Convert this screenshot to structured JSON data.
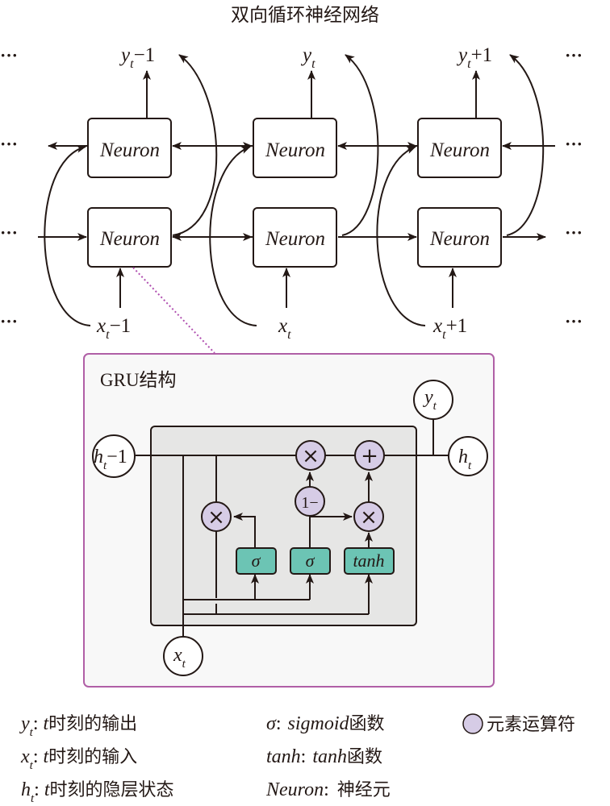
{
  "title": "双向循环神经网络",
  "ellipsis": "···",
  "colors": {
    "stroke": "#231815",
    "gru_border": "#b05fa6",
    "gru_bg": "#f8f8f8",
    "inner_bg": "#e6e6e5",
    "operator_fill": "#d6cce6",
    "gate_fill": "#6cc4b4",
    "leader_line": "#b04fb0"
  },
  "brnn": {
    "neuron_label": "Neuron",
    "outputs": [
      {
        "var": "y",
        "sub": "t",
        "suffix": "−1"
      },
      {
        "var": "y",
        "sub": "t",
        "suffix": ""
      },
      {
        "var": "y",
        "sub": "t",
        "suffix": "+1"
      }
    ],
    "inputs": [
      {
        "var": "x",
        "sub": "t",
        "suffix": "−1"
      },
      {
        "var": "x",
        "sub": "t",
        "suffix": ""
      },
      {
        "var": "x",
        "sub": "t",
        "suffix": "+1"
      }
    ]
  },
  "gru": {
    "title": "GRU结构",
    "h_prev": {
      "var": "h",
      "sub": "t",
      "suffix": "−1"
    },
    "h_out": {
      "var": "h",
      "sub": "t"
    },
    "y_out": {
      "var": "y",
      "sub": "t"
    },
    "x_in": {
      "var": "x",
      "sub": "t"
    },
    "ops": {
      "multiply": "×",
      "add": "+",
      "one_minus": "1−"
    },
    "gates": [
      "σ",
      "σ",
      "tanh"
    ]
  },
  "legend": {
    "col1": [
      {
        "var": "y",
        "sub": "t",
        "sep": ":",
        "t": "t",
        "text": "时刻的输出"
      },
      {
        "var": "x",
        "sub": "t",
        "sep": ":",
        "t": "t",
        "text": "时刻的输入"
      },
      {
        "var": "h",
        "sub": "t",
        "sep": ":",
        "t": "t",
        "text": "时刻的隐层状态"
      }
    ],
    "col2": [
      {
        "term": "σ",
        "sep": ":",
        "name": "sigmoid",
        "text": "函数"
      },
      {
        "term": "tanh",
        "sep": ":",
        "name": "tanh",
        "text": "函数"
      },
      {
        "term": "Neuron",
        "sep": ":",
        "name": "",
        "text": "神经元"
      }
    ],
    "col3": {
      "text": "元素运算符"
    }
  }
}
